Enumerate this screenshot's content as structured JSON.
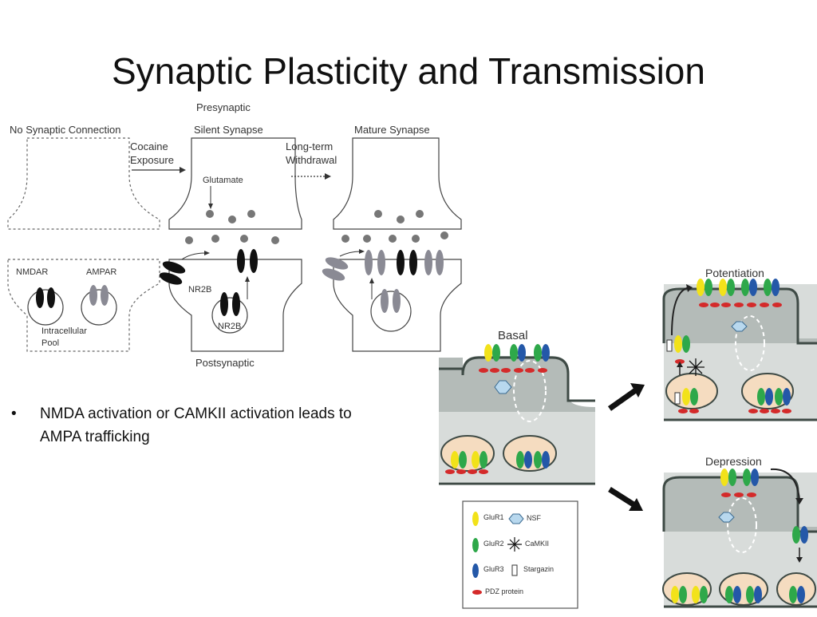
{
  "slide": {
    "title": "Synaptic Plasticity and Transmission",
    "bullets": [
      "NMDA activation or CAMKII activation leads to AMPA trafficking"
    ]
  },
  "left_figure": {
    "presynaptic": "Presynaptic",
    "postsynaptic": "Postsynaptic",
    "stage1": "No Synaptic Connection",
    "stage2": "Silent Synapse",
    "stage3": "Mature Synapse",
    "transition1": [
      "Cocaine",
      "Exposure"
    ],
    "transition2": [
      "Long-term",
      "Withdrawal"
    ],
    "glutamate": "Glutamate",
    "nmdar": "NMDAR",
    "ampar": "AMPAR",
    "pool": [
      "Intracellular",
      "Pool"
    ],
    "nr2b_a": "NR2B",
    "nr2b_b": "NR2B"
  },
  "right_figure": {
    "basal": "Basal",
    "potentiation": "Potentiation",
    "depression": "Depression",
    "legend": {
      "glur1": "GluR1",
      "glur2": "GluR2",
      "glur3": "GluR3",
      "nsf": "NSF",
      "camkii": "CaMKII",
      "stargazin": "Stargazin",
      "pdz": "PDZ protein"
    },
    "colors": {
      "glur1": "#f2e21a",
      "glur2": "#2ea84a",
      "glur3": "#2458a8",
      "pdz": "#d42a2a",
      "nsf": "#b8d8ee",
      "spine": "#7d8580"
    }
  }
}
